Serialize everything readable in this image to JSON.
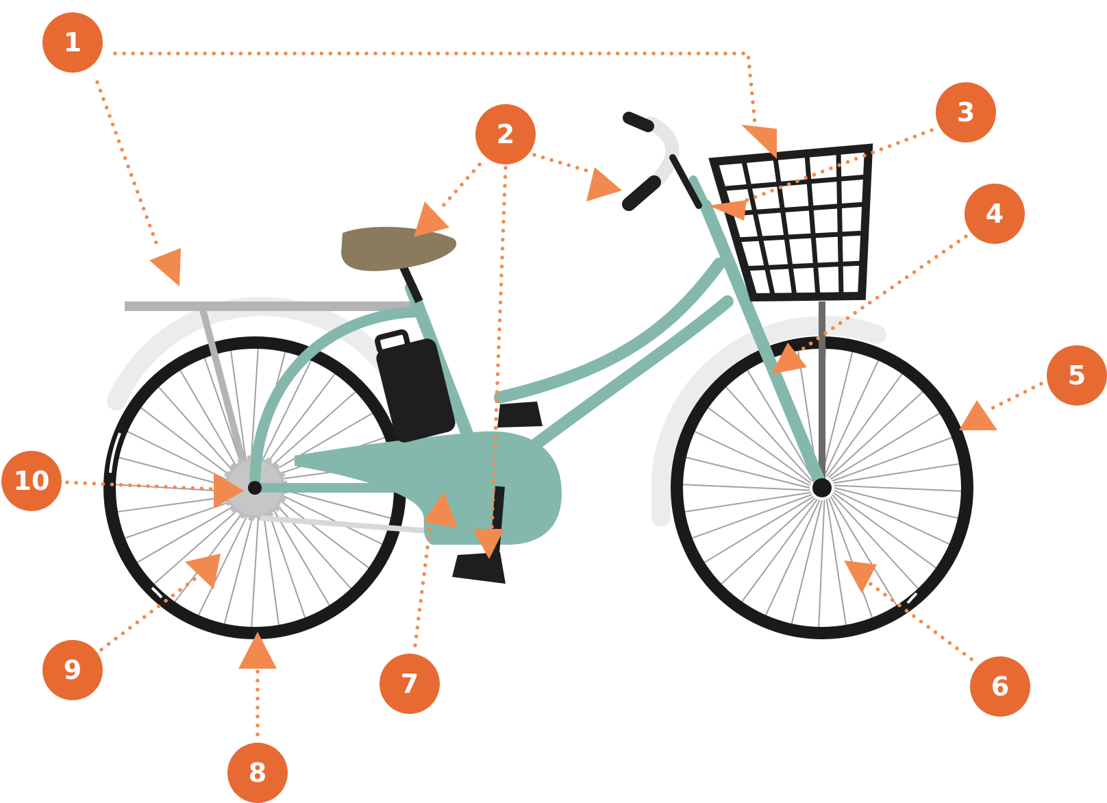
{
  "colors": {
    "callout": "#e86a33",
    "arrow": "#f28a4f",
    "frame": "#84b8ad",
    "tire": "#1a1a1a",
    "saddle": "#8a7a5e",
    "rack": "#b4b4b4",
    "fender": "#ececec",
    "spoke": "#a0a0a0"
  },
  "callouts": [
    {
      "id": "1",
      "label": "1"
    },
    {
      "id": "2",
      "label": "2"
    },
    {
      "id": "3",
      "label": "3"
    },
    {
      "id": "4",
      "label": "4"
    },
    {
      "id": "5",
      "label": "5"
    },
    {
      "id": "6",
      "label": "6"
    },
    {
      "id": "7",
      "label": "7"
    },
    {
      "id": "8",
      "label": "8"
    },
    {
      "id": "9",
      "label": "9"
    },
    {
      "id": "10",
      "label": "10"
    }
  ]
}
